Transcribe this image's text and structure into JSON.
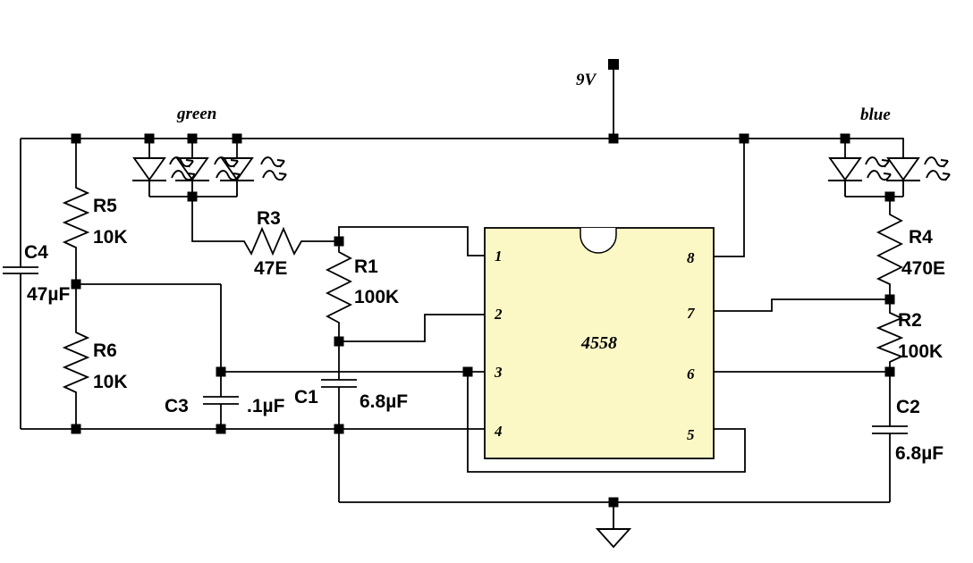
{
  "power": {
    "label": "9V"
  },
  "ground": {
    "type": "ground-symbol"
  },
  "ic": {
    "part_number": "4558",
    "pins": {
      "p1": "1",
      "p2": "2",
      "p3": "3",
      "p4": "4",
      "p5": "5",
      "p6": "6",
      "p7": "7",
      "p8": "8"
    }
  },
  "leds": {
    "green_label": "green",
    "green_count": 3,
    "blue_label": "blue",
    "blue_count": 2
  },
  "components": {
    "r1": {
      "ref": "R1",
      "value": "100K"
    },
    "r2": {
      "ref": "R2",
      "value": "100K"
    },
    "r3": {
      "ref": "R3",
      "value": "47E"
    },
    "r4": {
      "ref": "R4",
      "value": "470E"
    },
    "r5": {
      "ref": "R5",
      "value": "10K"
    },
    "r6": {
      "ref": "R6",
      "value": "10K"
    },
    "c1": {
      "ref": "C1",
      "value": "6.8µF"
    },
    "c2": {
      "ref": "C2",
      "value": "6.8µF"
    },
    "c3": {
      "ref": "C3",
      "value": ".1µF"
    },
    "c4": {
      "ref": "C4",
      "value": "47µF"
    }
  },
  "colors": {
    "ic_fill": "#FBF8C5",
    "wire": "#000000",
    "background": "#FFFFFF"
  }
}
